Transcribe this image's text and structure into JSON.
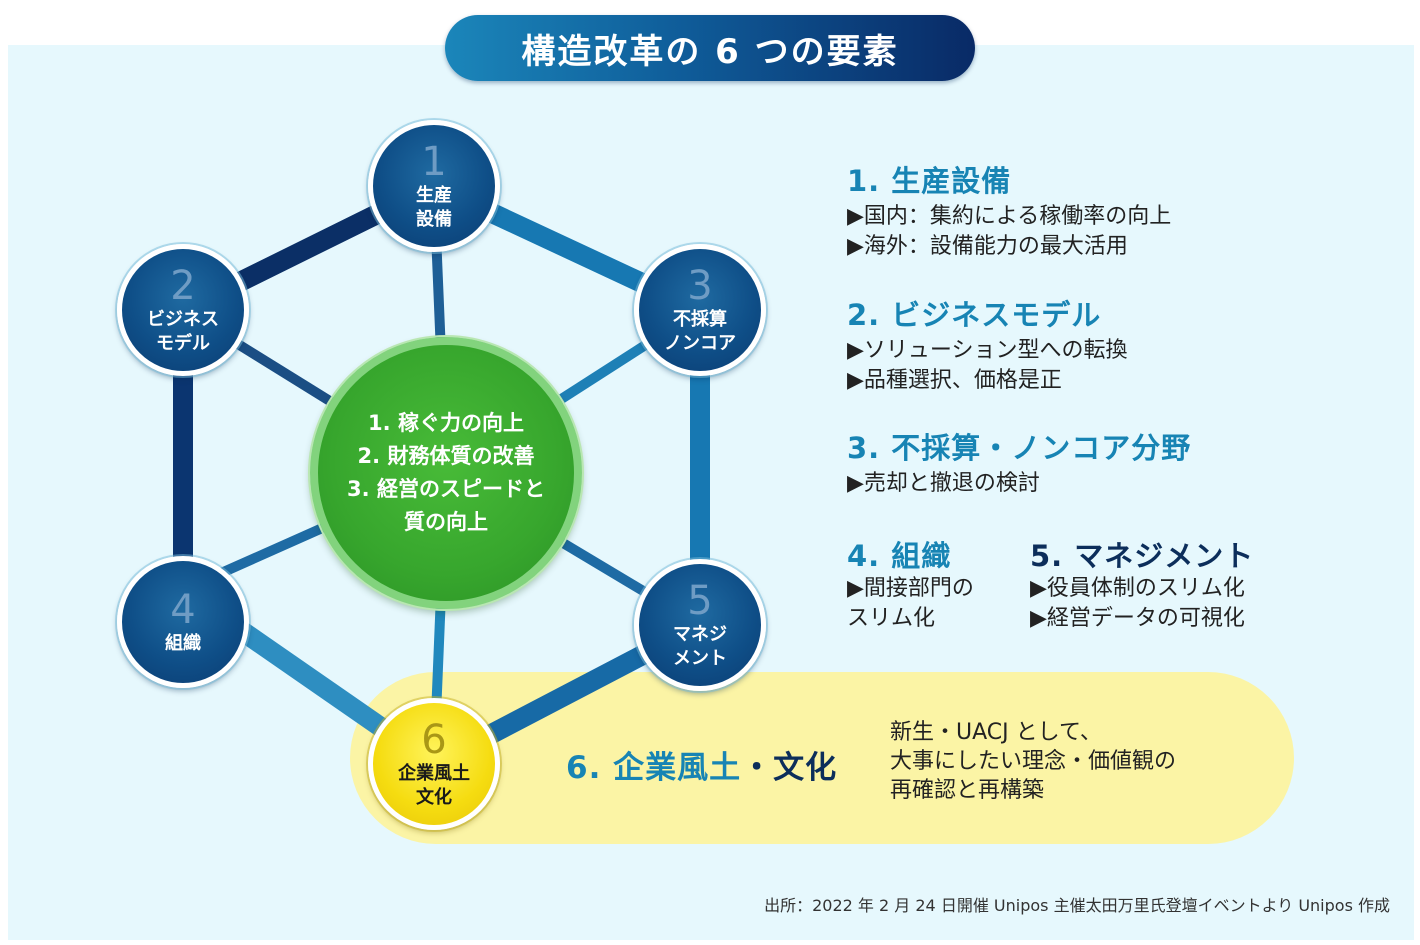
{
  "title": "構造改革の 6 つの要素",
  "colors": {
    "panel_bg": "#e6f8fd",
    "node_blue": "#0f4f88",
    "center_green": "#37a62d",
    "culture_yellow": "#f5dc10",
    "band_yellow": "#fbf4a5",
    "heading_blue": "#1784b4",
    "heading_navy": "#0c2e5b"
  },
  "center": {
    "lines": [
      "1. 稼ぐ力の向上",
      "2. 財務体質の改善",
      "3. 経営のスピードと",
      "質の向上"
    ]
  },
  "nodes": [
    {
      "num": "1",
      "label": "生産\n設備"
    },
    {
      "num": "2",
      "label": "ビジネス\nモデル"
    },
    {
      "num": "3",
      "label": "不採算\nノンコア"
    },
    {
      "num": "4",
      "label": "組織"
    },
    {
      "num": "5",
      "label": "マネジ\nメント"
    },
    {
      "num": "6",
      "label": "企業風土\n文化"
    }
  ],
  "sections": {
    "s1": {
      "title": "1. 生産設備",
      "bullets": [
        "▶国内：集約による稼働率の向上",
        "▶海外：設備能力の最大活用"
      ]
    },
    "s2": {
      "title": "2. ビジネスモデル",
      "bullets": [
        "▶ソリューション型への転換",
        "▶品種選択、価格是正"
      ]
    },
    "s3": {
      "title": "3. 不採算・ノンコア分野",
      "bullets": [
        "▶売却と撤退の検討"
      ]
    },
    "s4": {
      "title": "4. 組織",
      "bullets": [
        "▶間接部門の",
        "スリム化"
      ]
    },
    "s5": {
      "title": "5. マネジメント",
      "bullets": [
        "▶役員体制のスリム化",
        "▶経営データの可視化"
      ]
    }
  },
  "culture": {
    "heading_num": "6. 企業風土",
    "heading_sep": "・",
    "heading_word": "文化",
    "desc": [
      "新生・UACJ として、",
      "大事にしたい理念・価値観の",
      "再確認と再構築"
    ]
  },
  "source": "出所：2022 年 2 月 24 日開催 Unipos 主催太田万里氏登壇イベントより Unipos 作成"
}
